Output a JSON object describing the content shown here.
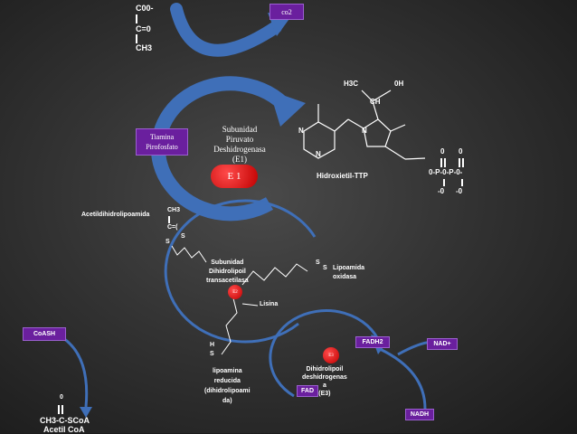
{
  "pyruvate": {
    "line1": "C00-",
    "line2": "C=0",
    "line3": "CH3"
  },
  "co2_label": "co2",
  "enzyme_e1": {
    "name_l1": "Subunidad",
    "name_l2": "Piruvato",
    "name_l3": "Deshidrogenasa",
    "name_l4": "(E1)",
    "badge": "E 1"
  },
  "cofactor": {
    "line1": "Tiamina",
    "line2": "Pirofosfato"
  },
  "htpp": {
    "h3c": "H3C",
    "oh": "0H",
    "ch": "CH",
    "n1": "N",
    "n2": "N",
    "n3": "N",
    "label": "Hidroxietil-TTP",
    "phosphate": {
      "o1": "0",
      "o2": "0",
      "chain": "0-P-0-P-0-",
      "m1": "-0",
      "m2": "-0"
    }
  },
  "acetyl": {
    "label": "Acetildihidrolipoamida",
    "ch3": "CH3",
    "c": "C=(",
    "s1": "S",
    "s2": "S"
  },
  "e2": {
    "l1": "Subunidad",
    "l2": "Dihidrolipoil",
    "l3": "transacetilasa",
    "badge": "E2"
  },
  "lipoamide": {
    "l1": "Lipoamida",
    "l2": "oxidasa",
    "s1": "S",
    "s2": "S"
  },
  "lysine_label": "Lisina",
  "reduced": {
    "l1": "lipoamina",
    "l2": "reducida",
    "l3": "(dihidrolipoami",
    "l4": "da)",
    "s": "S",
    "h": "H"
  },
  "coash_label": "CoASH",
  "acetylcoa": {
    "o": "0",
    "formula": "CH3-C-SCoA",
    "name": "Acetil CoA"
  },
  "e3": {
    "badge": "E3",
    "l1": "Dihidrolipoil",
    "l2": "deshidrogenas",
    "l3": "a",
    "l4": "(E3)"
  },
  "fadh2_label": "FADH2",
  "nad_label": "NAD+",
  "fad_label": "FAD",
  "nadh_label": "NADH",
  "colors": {
    "arrow": "#3f6fb8",
    "purple": "#6a1f9e",
    "red": "#cc0000"
  }
}
